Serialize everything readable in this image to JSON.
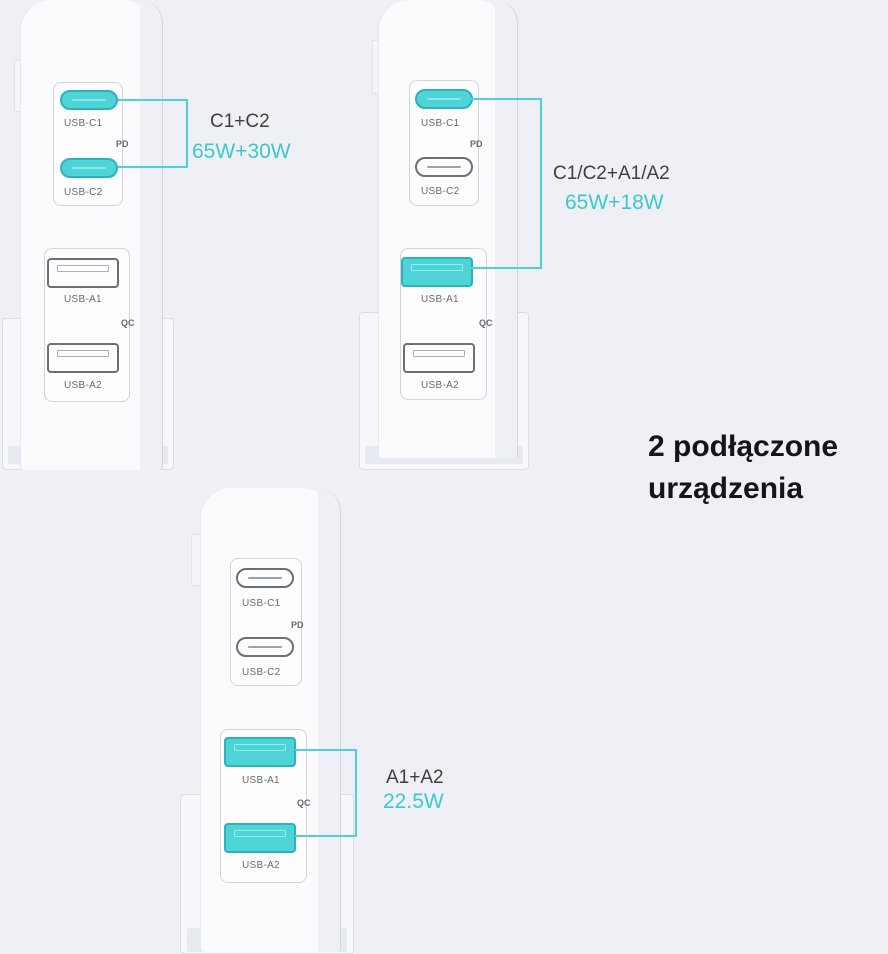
{
  "headline": {
    "line1": "2 podłączone",
    "line2": "urządzenia"
  },
  "colors": {
    "accent": "#4ed3d6",
    "port_outline": "#6a6f7c",
    "background": "#eef0f5"
  },
  "chargers": [
    {
      "ports": {
        "c1": "USB-C1",
        "c2": "USB-C2",
        "a1": "USB-A1",
        "a2": "USB-A2"
      },
      "groups": {
        "pd": "PD",
        "qc": "QC"
      },
      "active_ports": [
        "USB-C1",
        "USB-C2"
      ],
      "combo": "C1+C2",
      "watts": "65W+30W"
    },
    {
      "ports": {
        "c1": "USB-C1",
        "c2": "USB-C2",
        "a1": "USB-A1",
        "a2": "USB-A2"
      },
      "groups": {
        "pd": "PD",
        "qc": "QC"
      },
      "active_ports": [
        "USB-C1",
        "USB-A1"
      ],
      "combo": "C1/C2+A1/A2",
      "watts": "65W+18W"
    },
    {
      "ports": {
        "c1": "USB-C1",
        "c2": "USB-C2",
        "a1": "USB-A1",
        "a2": "USB-A2"
      },
      "groups": {
        "pd": "PD",
        "qc": "QC"
      },
      "active_ports": [
        "USB-A1",
        "USB-A2"
      ],
      "combo": "A1+A2",
      "watts": "22.5W"
    }
  ]
}
